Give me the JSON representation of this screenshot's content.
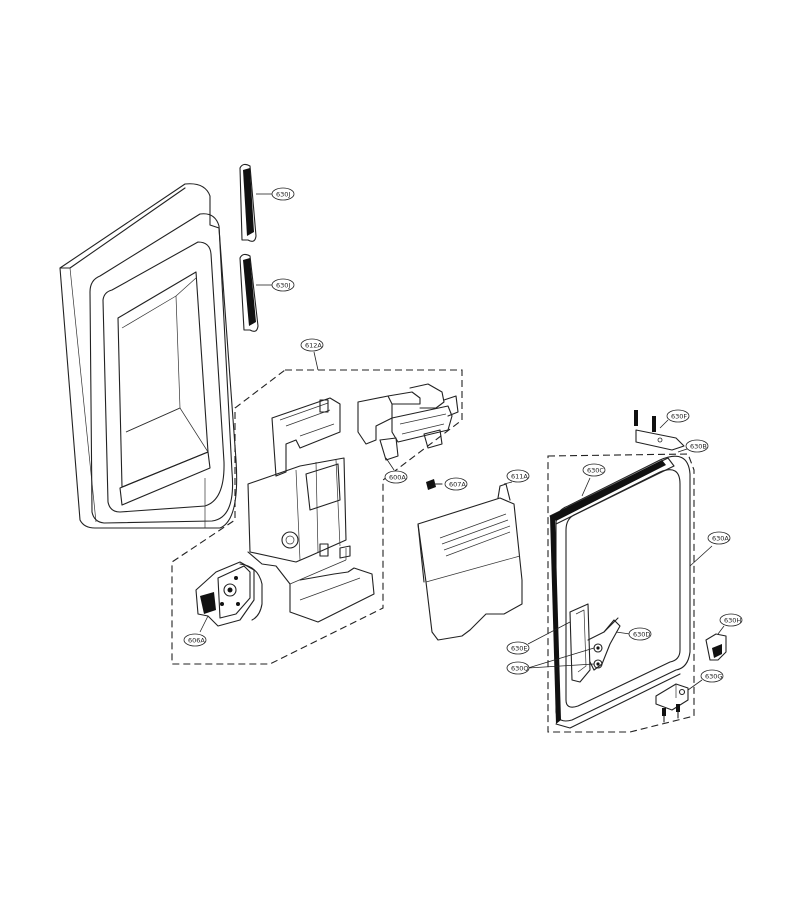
{
  "labels": {
    "l630J_top": "630J",
    "l630J_bottom": "630J",
    "l612A": "612A",
    "l600A": "600A",
    "l607A": "607A",
    "l611A": "611A",
    "l606A": "606A",
    "l630F": "630F",
    "l630B": "630B",
    "l630C": "630C",
    "l630A": "630A",
    "l630E": "630E",
    "l630D": "630D",
    "l630Q": "630Q",
    "l630H": "630H",
    "l630G": "630G"
  }
}
